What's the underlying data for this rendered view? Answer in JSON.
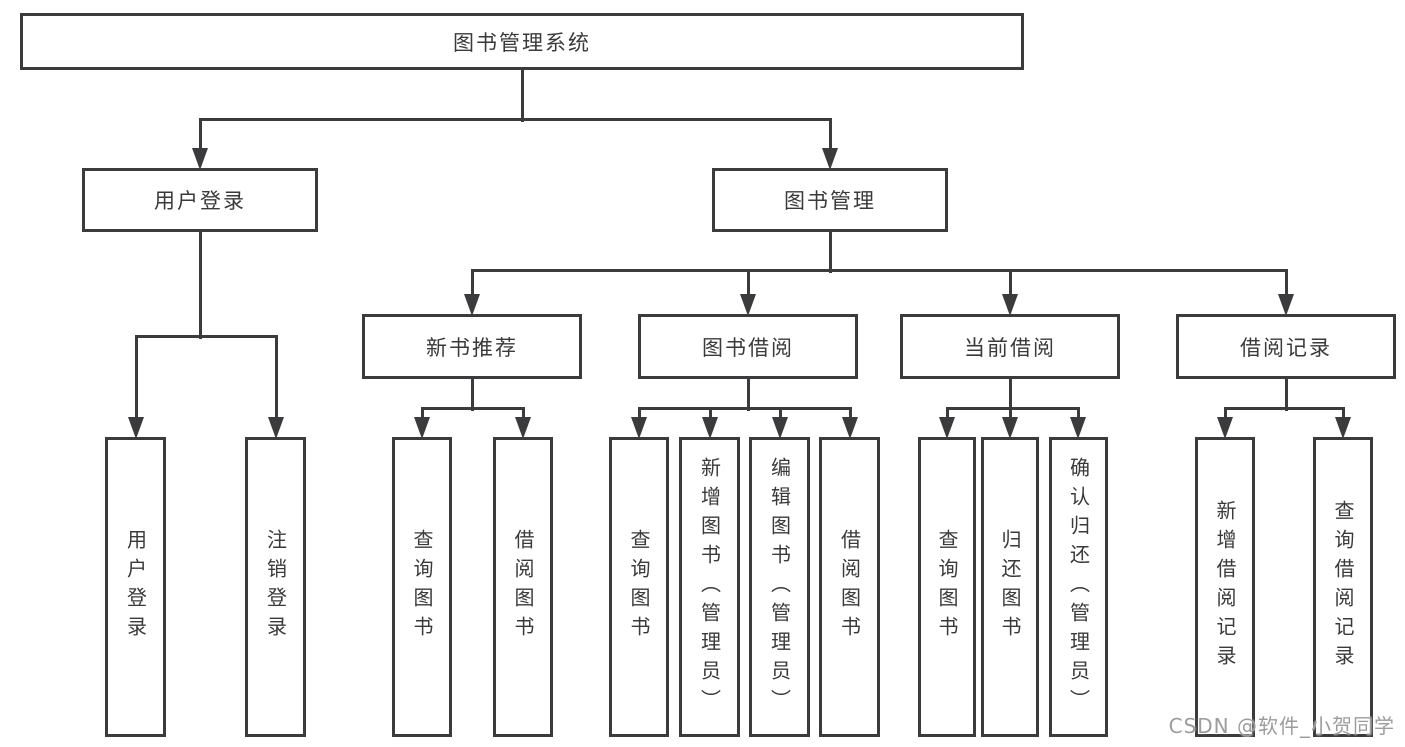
{
  "nodes": {
    "root": "图书管理系统",
    "user_login": "用户登录",
    "book_mgmt": "图书管理",
    "new_book": "新书推荐",
    "book_borrow": "图书借阅",
    "current_borrow": "当前借阅",
    "borrow_records": "借阅记录",
    "leaf_user_login": "用户登录",
    "leaf_logout": "注销登录",
    "nb_query": "查询图书",
    "nb_borrow": "借阅图书",
    "bw_query": "查询图书",
    "bw_add": "新增图书（管理员）",
    "bw_edit": "编辑图书（管理员）",
    "bw_borrow": "借阅图书",
    "cur_query": "查询图书",
    "cur_return": "归还图书",
    "cur_confirm": "确认归还（管理员）",
    "rec_add": "新增借阅记录",
    "rec_query": "查询借阅记录"
  },
  "hierarchy": {
    "root": [
      "user_login",
      "book_mgmt"
    ],
    "user_login": [
      "leaf_user_login",
      "leaf_logout"
    ],
    "book_mgmt": [
      "new_book",
      "book_borrow",
      "current_borrow",
      "borrow_records"
    ],
    "new_book": [
      "nb_query",
      "nb_borrow"
    ],
    "book_borrow": [
      "bw_query",
      "bw_add",
      "bw_edit",
      "bw_borrow"
    ],
    "current_borrow": [
      "cur_query",
      "cur_return",
      "cur_confirm"
    ],
    "borrow_records": [
      "rec_add",
      "rec_query"
    ]
  },
  "watermark": {
    "text": "CSDN @软件_小贺同学"
  },
  "colors": {
    "line": "#3b3b3d",
    "text": "#3a3a3a",
    "watermark": "#9c9c9c",
    "background": "#ffffff"
  }
}
